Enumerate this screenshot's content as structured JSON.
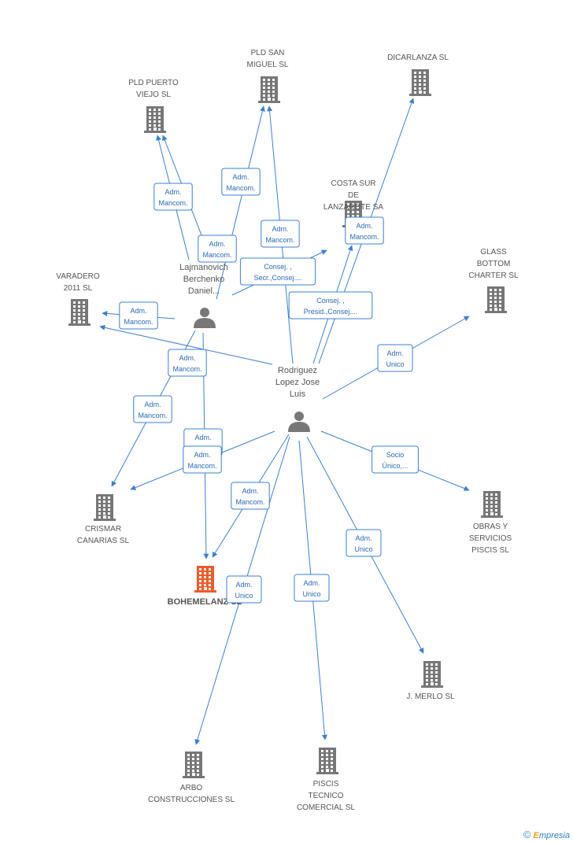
{
  "colors": {
    "edge": "#3a7fd5",
    "building": "#777777",
    "focus_building": "#f05a28",
    "person": "#777777",
    "box_border": "#3a7fd5",
    "box_text": "#2a6ab8",
    "label": "#555555"
  },
  "persons": [
    {
      "id": "lajmanovich",
      "lines": [
        "Lajmanovich",
        "Berchenko",
        "Daniel..."
      ],
      "icon": "person-icon"
    },
    {
      "id": "rodriguez",
      "lines": [
        "Rodriguez",
        "Lopez Jose",
        "Luis"
      ],
      "icon": "person-icon"
    }
  ],
  "companies": [
    {
      "id": "pld_puerto_viejo",
      "lines": [
        "PLD PUERTO",
        "VIEJO SL"
      ],
      "icon": "building-icon"
    },
    {
      "id": "pld_san_miguel",
      "lines": [
        "PLD SAN",
        "MIGUEL SL"
      ],
      "icon": "building-icon"
    },
    {
      "id": "dicarlanza",
      "lines": [
        "DICARLANZA SL"
      ],
      "icon": "building-icon"
    },
    {
      "id": "costa_sur",
      "lines": [
        "COSTA SUR",
        "DE",
        "LANZAROTE SA"
      ],
      "icon": "building-icon"
    },
    {
      "id": "glass_bottom",
      "lines": [
        "GLASS",
        "BOTTOM",
        "CHARTER SL"
      ],
      "icon": "building-icon"
    },
    {
      "id": "varadero",
      "lines": [
        "VARADERO",
        "2011 SL"
      ],
      "icon": "building-icon"
    },
    {
      "id": "crismar",
      "lines": [
        "CRISMAR",
        "CANARIAS  SL"
      ],
      "icon": "building-icon"
    },
    {
      "id": "bohemelanz",
      "lines": [
        "BOHEMELANZ SL"
      ],
      "icon": "building-icon",
      "focus": true
    },
    {
      "id": "obras",
      "lines": [
        "OBRAS Y",
        "SERVICIOS",
        "PISCIS SL"
      ],
      "icon": "building-icon"
    },
    {
      "id": "merlo",
      "lines": [
        "J.  MERLO SL"
      ],
      "icon": "building-icon"
    },
    {
      "id": "arbo",
      "lines": [
        "ARBO",
        "CONSTRUCCIONES SL"
      ],
      "icon": "building-icon"
    },
    {
      "id": "piscis_tecnico",
      "lines": [
        "PISCIS",
        "TECNICO",
        "COMERCIAL SL"
      ],
      "icon": "building-icon"
    }
  ],
  "relations": [
    {
      "from": "lajmanovich",
      "to": "pld_puerto_viejo",
      "lines": [
        "Adm.",
        "Mancom."
      ]
    },
    {
      "from": "lajmanovich",
      "to": "pld_san_miguel",
      "lines": [
        "Adm.",
        "Mancom."
      ]
    },
    {
      "from": "lajmanovich",
      "to": "pld_puerto_viejo",
      "lines": [
        "Adm.",
        "Mancom."
      ]
    },
    {
      "from": "rodriguez",
      "to": "pld_san_miguel",
      "lines": [
        "Adm.",
        "Mancom."
      ]
    },
    {
      "from": "lajmanovich",
      "to": "costa_sur",
      "lines": [
        "Consej. ,",
        "Secr.,Consej...."
      ]
    },
    {
      "from": "rodriguez",
      "to": "costa_sur",
      "lines": [
        "Adm.",
        "Mancom."
      ]
    },
    {
      "from": "rodriguez",
      "to": "dicarlanza",
      "lines": [
        "Consej. ,",
        "Presid.,Consej...."
      ]
    },
    {
      "from": "lajmanovich",
      "to": "varadero",
      "lines": [
        "Adm.",
        "Mancom."
      ]
    },
    {
      "from": "rodriguez",
      "to": "varadero",
      "lines": [
        "Adm.",
        "Mancom."
      ]
    },
    {
      "from": "rodriguez",
      "to": "glass_bottom",
      "lines": [
        "Adm.",
        "Unico"
      ]
    },
    {
      "from": "lajmanovich",
      "to": "crismar",
      "lines": [
        "Adm.",
        "Mancom."
      ]
    },
    {
      "from": "lajmanovich",
      "to": "bohemelanz",
      "lines": [
        "Adm.",
        "Mancom."
      ]
    },
    {
      "from": "rodriguez",
      "to": "crismar",
      "lines": [
        "Adm.",
        "Mancom."
      ]
    },
    {
      "from": "rodriguez",
      "to": "bohemelanz",
      "lines": [
        "Adm.",
        "Mancom."
      ]
    },
    {
      "from": "rodriguez",
      "to": "obras",
      "lines": [
        "Socio",
        "Único,..."
      ]
    },
    {
      "from": "rodriguez",
      "to": "merlo",
      "lines": [
        "Adm.",
        "Unico"
      ]
    },
    {
      "from": "rodriguez",
      "to": "arbo",
      "lines": [
        "Adm.",
        "Unico"
      ]
    },
    {
      "from": "rodriguez",
      "to": "piscis_tecnico",
      "lines": [
        "Adm.",
        "Unico"
      ]
    }
  ],
  "footer": {
    "copyright": "©",
    "brand_initial": "E",
    "brand_rest": "mpresia"
  }
}
